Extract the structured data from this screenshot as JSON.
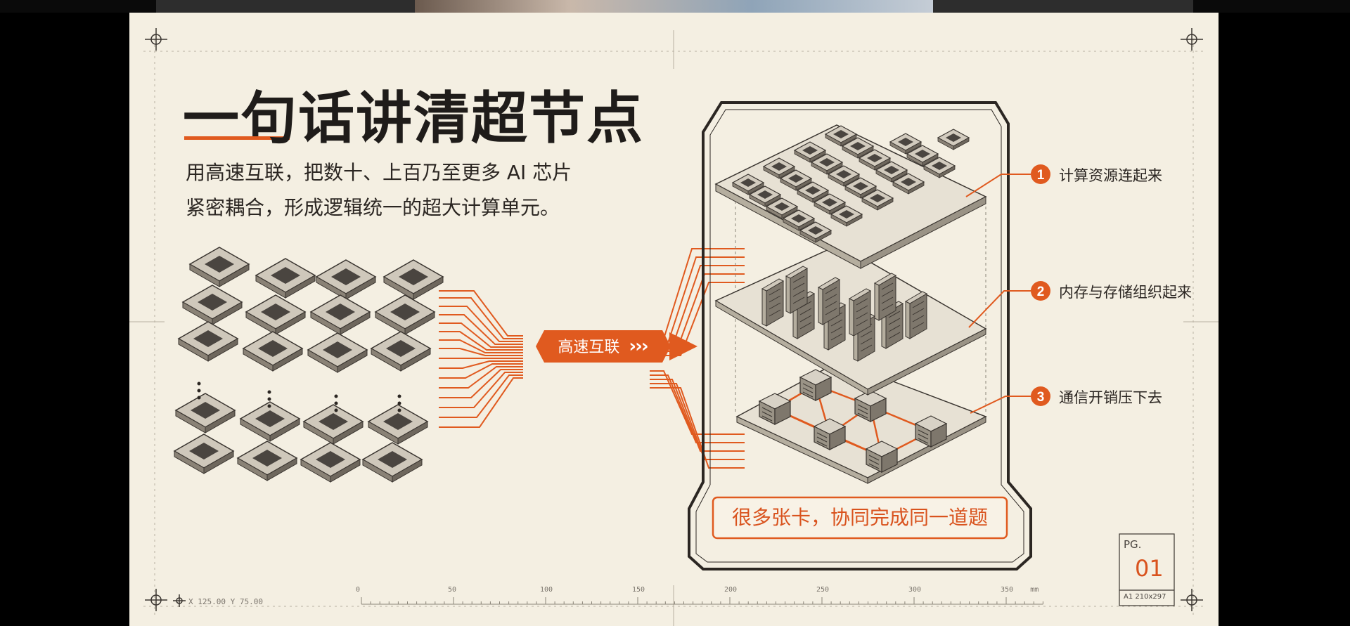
{
  "slide": {
    "title": "一句话讲清超节点",
    "description_lines": [
      "用高速互联，把数十、上百乃至更多 AI 芯片",
      "紧密耦合，形成逻辑统一的超大计算单元。"
    ],
    "interconnect_label": "高速互联",
    "interconnect_chevrons": "›››",
    "layers": [
      {
        "number": "1",
        "label": "计算资源连起来"
      },
      {
        "number": "2",
        "label": "内存与存储组织起来"
      },
      {
        "number": "3",
        "label": "通信开销压下去"
      }
    ],
    "summary": "很多张卡，协同完成同一道题",
    "page": {
      "label": "PG.",
      "number": "01",
      "size": "A1 210x297"
    },
    "coordinates": "X 125.00  Y 75.00",
    "ruler_ticks": [
      "0",
      "50",
      "100",
      "150",
      "200",
      "250",
      "300",
      "350"
    ],
    "ruler_unit": "mm"
  },
  "colors": {
    "accent": "#e05a1f",
    "background": "#f4efe2",
    "ink": "#2b2622"
  }
}
